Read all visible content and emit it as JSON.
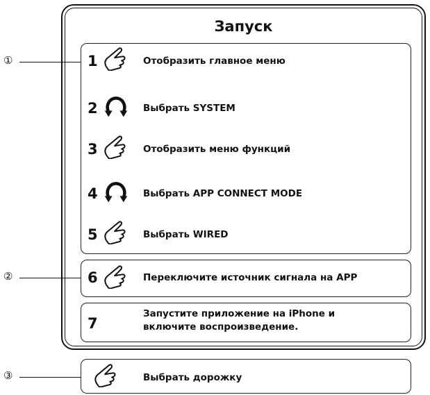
{
  "title": "Запуск",
  "callouts": [
    "①",
    "②",
    "③"
  ],
  "steps": [
    {
      "num": "1",
      "icon": "tap-hand-icon",
      "label": "Отобразить главное меню"
    },
    {
      "num": "2",
      "icon": "rotate-knob-icon",
      "label": "Выбрать SYSTEM"
    },
    {
      "num": "3",
      "icon": "tap-hand-icon",
      "label": "Отобразить меню функций"
    },
    {
      "num": "4",
      "icon": "rotate-knob-icon",
      "label": "Выбрать APP CONNECT MODE"
    },
    {
      "num": "5",
      "icon": "tap-hand-icon",
      "label": "Выбрать WIRED"
    },
    {
      "num": "6",
      "icon": "tap-hand-icon",
      "label": "Переключите источник сигнала на APP"
    },
    {
      "num": "7",
      "label_line1": "Запустите приложение на iPhone и",
      "label_line2": "включите воспроизведение."
    }
  ],
  "track_step": {
    "icon": "tap-hand-icon",
    "label": "Выбрать дорожку"
  }
}
